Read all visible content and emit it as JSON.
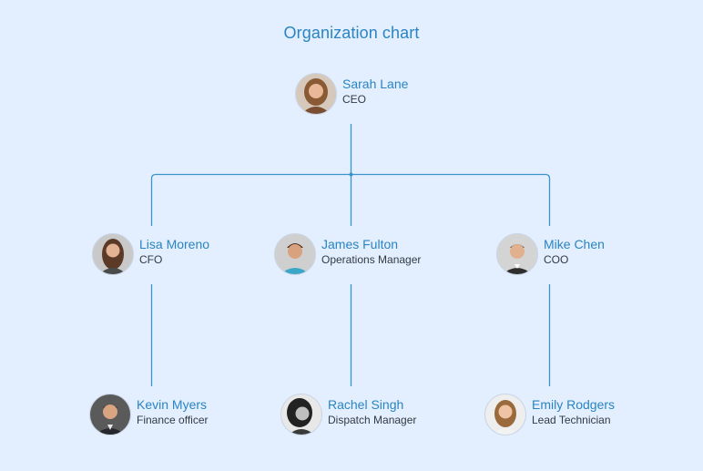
{
  "title": "Organization chart",
  "colors": {
    "background": "#e3efff",
    "accent": "#2a84c3",
    "connector": "#3a94c8",
    "role_text": "#333a42"
  },
  "people": {
    "ceo": {
      "name": "Sarah Lane",
      "role": "CEO"
    },
    "cfo": {
      "name": "Lisa Moreno",
      "role": "CFO"
    },
    "ops": {
      "name": "James Fulton",
      "role": "Operations Manager"
    },
    "coo": {
      "name": "Mike Chen",
      "role": "COO"
    },
    "finance": {
      "name": "Kevin Myers",
      "role": "Finance officer"
    },
    "dispatch": {
      "name": "Rachel Singh",
      "role": "Dispatch Manager"
    },
    "tech": {
      "name": "Emily Rodgers",
      "role": "Lead Technician"
    }
  }
}
